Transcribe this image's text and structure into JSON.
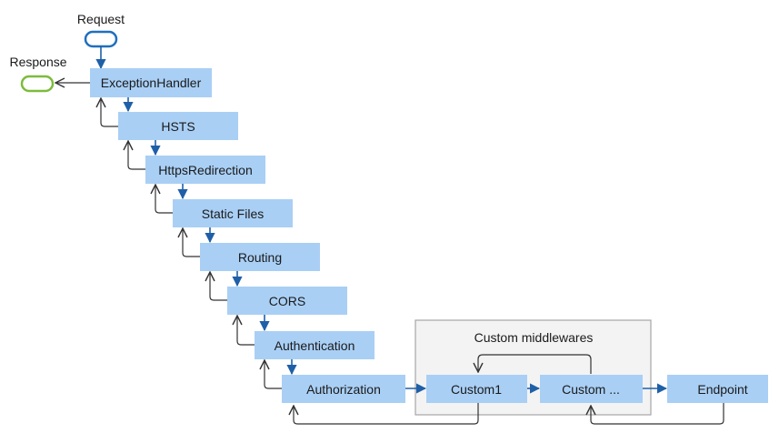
{
  "request_label": "Request",
  "response_label": "Response",
  "group_title": "Custom middlewares",
  "nodes": {
    "exception_handler": "ExceptionHandler",
    "hsts": "HSTS",
    "https_redirection": "HttpsRedirection",
    "static_files": "Static Files",
    "routing": "Routing",
    "cors": "CORS",
    "authentication": "Authentication",
    "authorization": "Authorization",
    "custom1": "Custom1",
    "custom_more": "Custom ...",
    "endpoint": "Endpoint"
  },
  "colors": {
    "node_fill": "#a9cff5",
    "request_pill": "#1f6fbf",
    "response_pill": "#7cbc3c",
    "request_arrow": "#1f5fa8",
    "response_line": "#333333",
    "group_fill": "#f3f3f3",
    "group_border": "#a6a6a6"
  }
}
